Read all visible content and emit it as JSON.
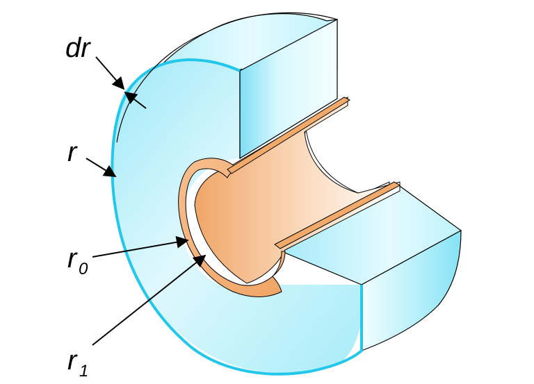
{
  "labels": {
    "dr": "dr",
    "r": "r",
    "r0_base": "r",
    "r0_sub": "0",
    "r1_base": "r",
    "r1_sub": "1"
  },
  "colors": {
    "outer_shell_light": "#e9fbff",
    "outer_shell_mid": "#b8f1fb",
    "outer_shell_dark": "#8ee6f6",
    "outer_edge": "#22c7ea",
    "inner_tube_light": "#fff4ea",
    "inner_tube_mid": "#f7c89e",
    "inner_tube_dark": "#f0a868",
    "outline": "#000000",
    "arrow": "#000000"
  }
}
